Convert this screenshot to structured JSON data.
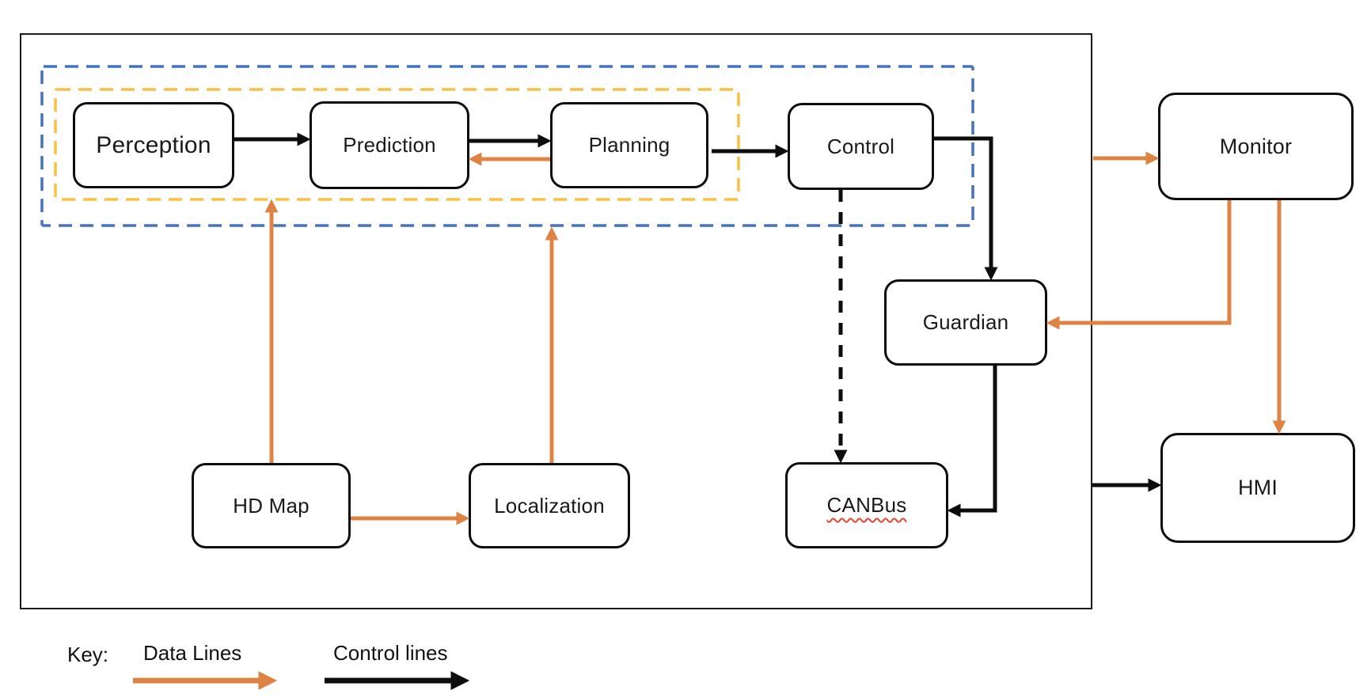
{
  "diagram": {
    "nodes": {
      "perception": {
        "label": "Perception"
      },
      "prediction": {
        "label": "Prediction"
      },
      "planning": {
        "label": "Planning"
      },
      "control": {
        "label": "Control"
      },
      "guardian": {
        "label": "Guardian"
      },
      "canbus": {
        "label": "CANBus"
      },
      "hdmap": {
        "label": "HD Map"
      },
      "localization": {
        "label": "Localization"
      },
      "monitor": {
        "label": "Monitor"
      },
      "hmi": {
        "label": "HMI"
      }
    },
    "key": {
      "label": "Key:",
      "data_lines": "Data Lines",
      "control_lines": "Control lines"
    },
    "colors": {
      "data_line": "#DD8445",
      "control_line": "#0d0d0d",
      "region_blue": "#4472C4",
      "region_gold": "#F6C144"
    }
  }
}
